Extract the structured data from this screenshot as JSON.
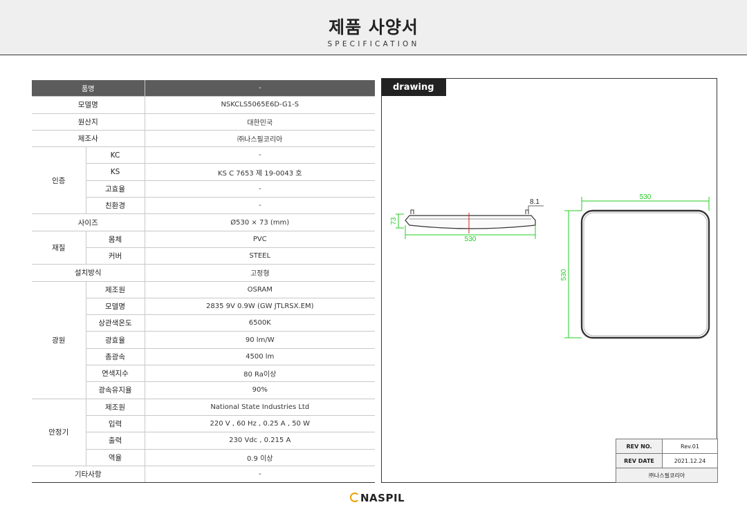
{
  "header": {
    "title": "제품 사양서",
    "subtitle": "SPECIFICATION"
  },
  "spec": {
    "head": {
      "label": "품명",
      "value": "-"
    },
    "rows": [
      {
        "label": "모델명",
        "value": "NSKCLS5065E6D-G1-S"
      },
      {
        "label": "원산지",
        "value": "대한민국"
      },
      {
        "label": "제조사",
        "value": "㈜나스필코리아"
      }
    ],
    "cert": {
      "group": "인증",
      "items": [
        {
          "label": "KC",
          "value": "-"
        },
        {
          "label": "KS",
          "value": "KS C 7653 제 19-0043 호"
        },
        {
          "label": "고효율",
          "value": "-"
        },
        {
          "label": "친환경",
          "value": "-"
        }
      ]
    },
    "size": {
      "label": "사이즈",
      "value": "Ø530 × 73 (mm)"
    },
    "material": {
      "group": "재질",
      "items": [
        {
          "label": "몸체",
          "value": "PVC"
        },
        {
          "label": "커버",
          "value": "STEEL"
        }
      ]
    },
    "install": {
      "label": "설치방식",
      "value": "고정형"
    },
    "light": {
      "group": "광원",
      "items": [
        {
          "label": "제조원",
          "value": "OSRAM"
        },
        {
          "label": "모델명",
          "value": "2835 9V 0.9W (GW JTLRSX.EM)"
        },
        {
          "label": "상관색온도",
          "value": "6500K"
        },
        {
          "label": "광효율",
          "value": "90 lm/W"
        },
        {
          "label": "총광속",
          "value": "4500 lm"
        },
        {
          "label": "연색지수",
          "value": "80 Ra이상"
        },
        {
          "label": "광속유지율",
          "value": "90%"
        }
      ]
    },
    "ballast": {
      "group": "안정기",
      "items": [
        {
          "label": "제조원",
          "value": "National State Industries Ltd"
        },
        {
          "label": "입력",
          "value": "220 V , 60 Hz , 0.25 A , 50 W"
        },
        {
          "label": "출력",
          "value": "230 Vdc  , 0.215 A"
        },
        {
          "label": "역율",
          "value": "0.9 이상"
        }
      ]
    },
    "other": {
      "label": "기타사항",
      "value": "-"
    }
  },
  "drawing": {
    "tag": "drawing",
    "dim_side_width": "530",
    "dim_side_height": "73",
    "dim_side_lip": "8.1",
    "dim_top_width": "530",
    "dim_top_height": "530",
    "dim_color": "#22cc22"
  },
  "rev": {
    "no_label": "REV NO.",
    "no_value": "Rev.01",
    "date_label": "REV DATE",
    "date_value": "2021.12.24",
    "company": "㈜나스필코리아"
  },
  "footer": {
    "logo": "NASPIL"
  }
}
